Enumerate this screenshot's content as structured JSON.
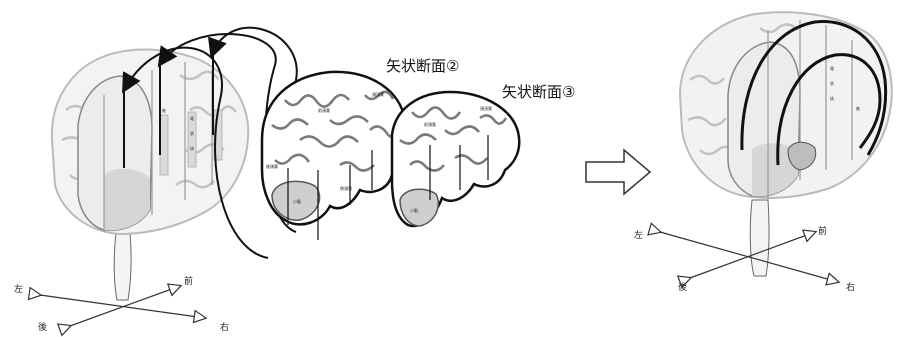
{
  "labels": {
    "sagittal2": "矢状断面②",
    "sagittal3": "矢状断面③"
  },
  "left_axes": {
    "front": "前",
    "back": "後",
    "left": "左",
    "right": "右"
  },
  "right_axes": {
    "front": "前",
    "back": "後",
    "left": "左",
    "right": "右"
  },
  "colors": {
    "outline": "#222222",
    "gray_tissue": "#c8c8c8",
    "light_fill": "#eeeeee",
    "arrow": "#111111"
  }
}
